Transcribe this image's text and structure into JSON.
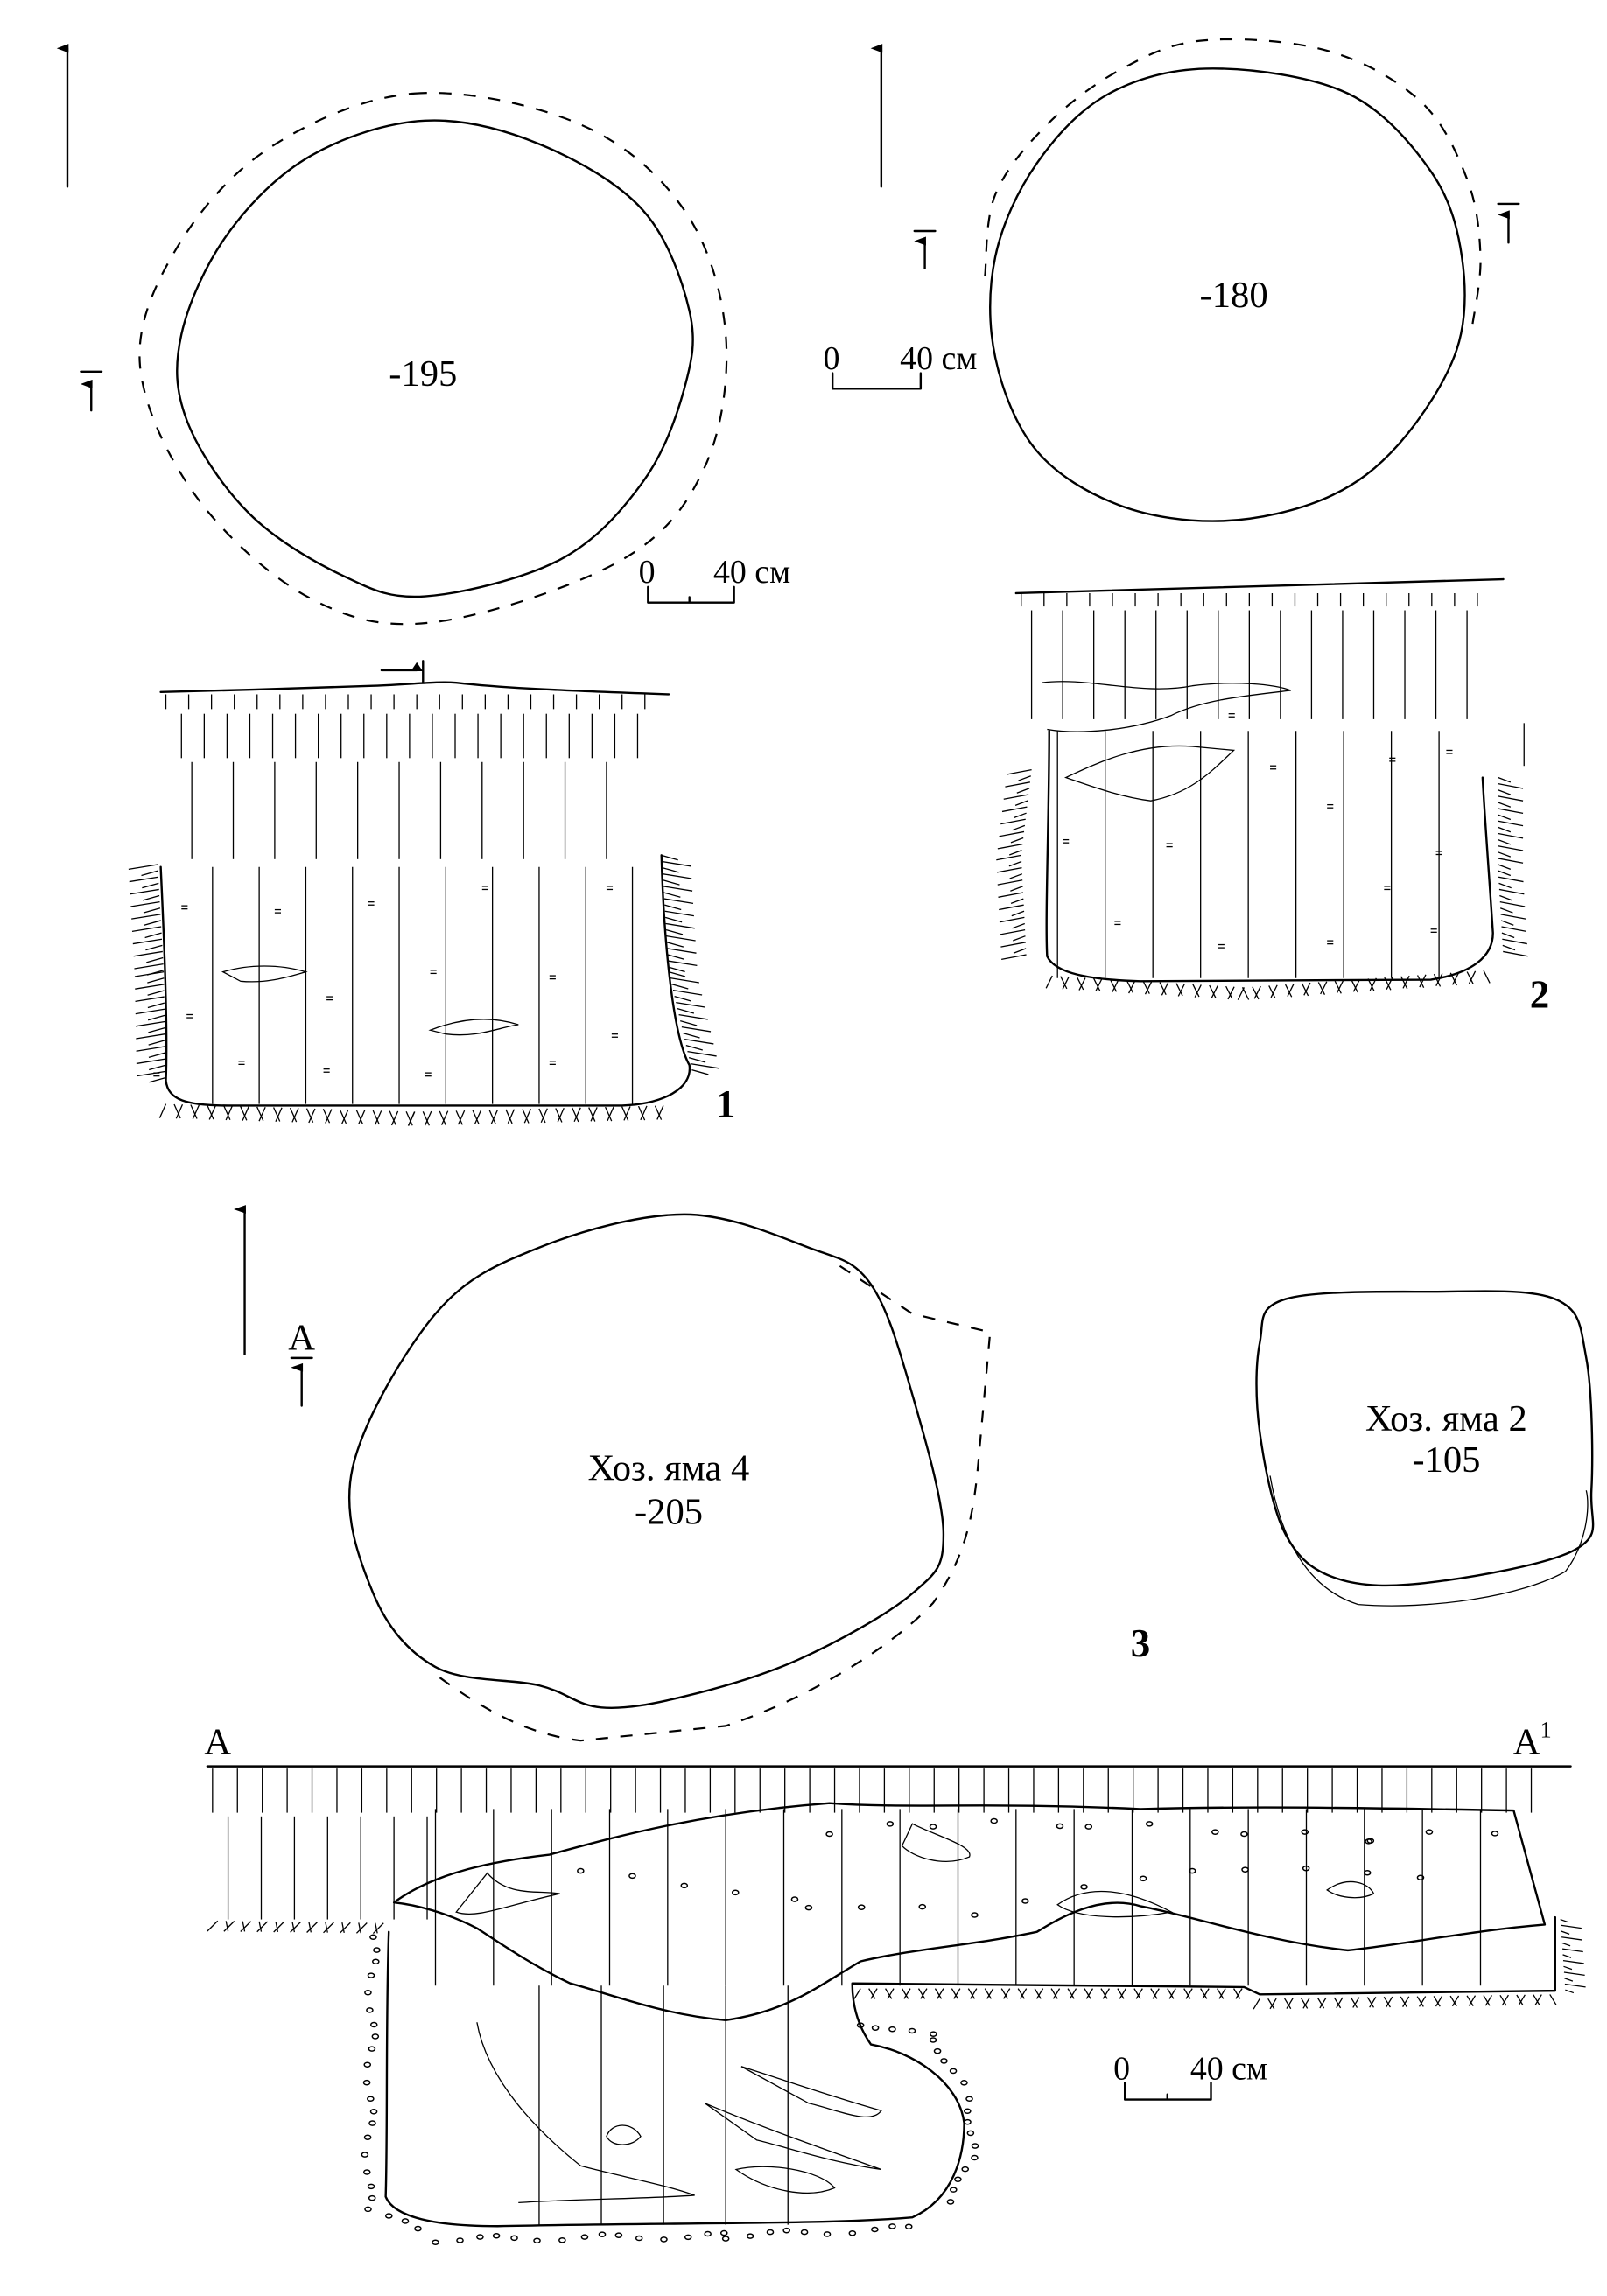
{
  "figure_1": {
    "number": "1",
    "depth": "-195",
    "scale": {
      "zero": "0",
      "length": "40 см"
    }
  },
  "figure_2": {
    "number": "2",
    "depth": "-180",
    "scale": {
      "zero": "0",
      "length": "40 см"
    }
  },
  "figure_3": {
    "number": "3",
    "plan_marker": "A",
    "pit_4": {
      "name": "Хоз. яма 4",
      "depth": "-205"
    },
    "pit_2": {
      "name": "Хоз. яма 2",
      "depth": "-105"
    },
    "section_start": "A",
    "section_end": "A",
    "section_end_sup": "1",
    "scale": {
      "zero": "0",
      "length": "40 см"
    }
  }
}
